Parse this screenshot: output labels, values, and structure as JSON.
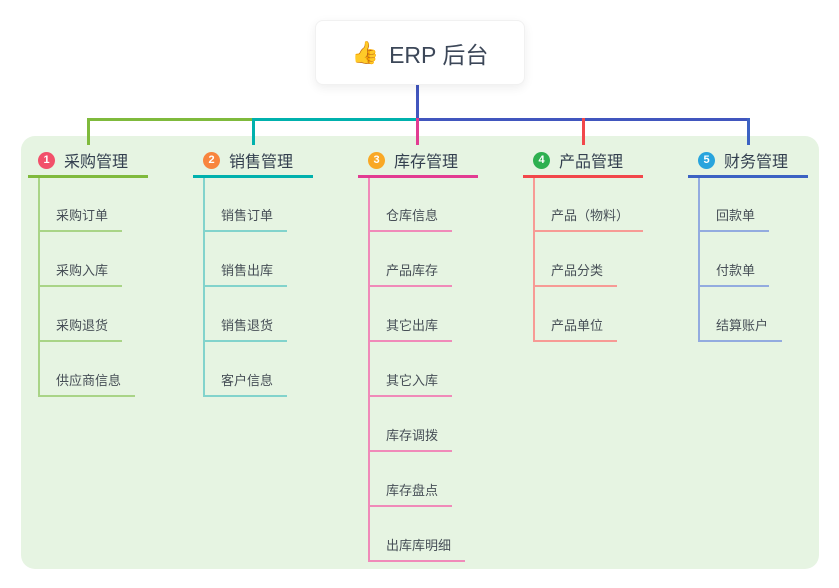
{
  "root": {
    "icon": "👍",
    "label": "ERP 后台"
  },
  "canvas": {
    "background": "#e6f4e2",
    "trunk_color": "#4156be"
  },
  "branches": [
    {
      "index": "1",
      "title": "采购管理",
      "badge_color": "#f2506a",
      "line_color": "#7fba3c",
      "child_line_color": "#a9d487",
      "children": [
        "采购订单",
        "采购入库",
        "采购退货",
        "供应商信息"
      ]
    },
    {
      "index": "2",
      "title": "销售管理",
      "badge_color": "#f8853e",
      "line_color": "#00b1ad",
      "child_line_color": "#82d3cc",
      "children": [
        "销售订单",
        "销售出库",
        "销售退货",
        "客户信息"
      ]
    },
    {
      "index": "3",
      "title": "库存管理",
      "badge_color": "#f9a825",
      "line_color": "#e23c92",
      "child_line_color": "#f08ab9",
      "children": [
        "仓库信息",
        "产品库存",
        "其它出库",
        "其它入库",
        "库存调拨",
        "库存盘点",
        "出库库明细"
      ]
    },
    {
      "index": "4",
      "title": "产品管理",
      "badge_color": "#2eb050",
      "line_color": "#f2474b",
      "child_line_color": "#f79a95",
      "children": [
        "产品（物料）",
        "产品分类",
        "产品单位"
      ]
    },
    {
      "index": "5",
      "title": "财务管理",
      "badge_color": "#28a4dd",
      "line_color": "#3c62c3",
      "child_line_color": "#93abdf",
      "children": [
        "回款单",
        "付款单",
        "结算账户"
      ]
    }
  ]
}
